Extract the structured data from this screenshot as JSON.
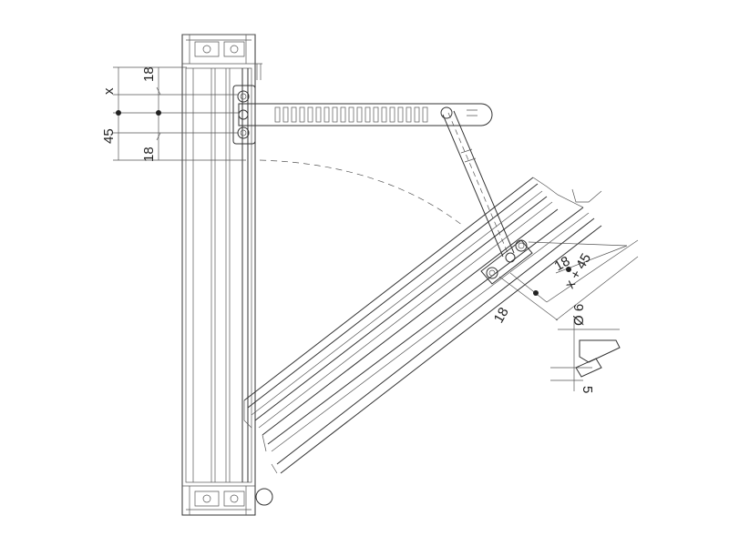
{
  "dimensions": {
    "left_x": "x",
    "left_top_18": "18",
    "left_45": "45",
    "left_bottom_18": "18",
    "right_18_upper": "18",
    "right_x_plus_45": "x + 45",
    "right_18_lower": "18",
    "diameter": "Ø 6",
    "bottom_5": "5"
  }
}
